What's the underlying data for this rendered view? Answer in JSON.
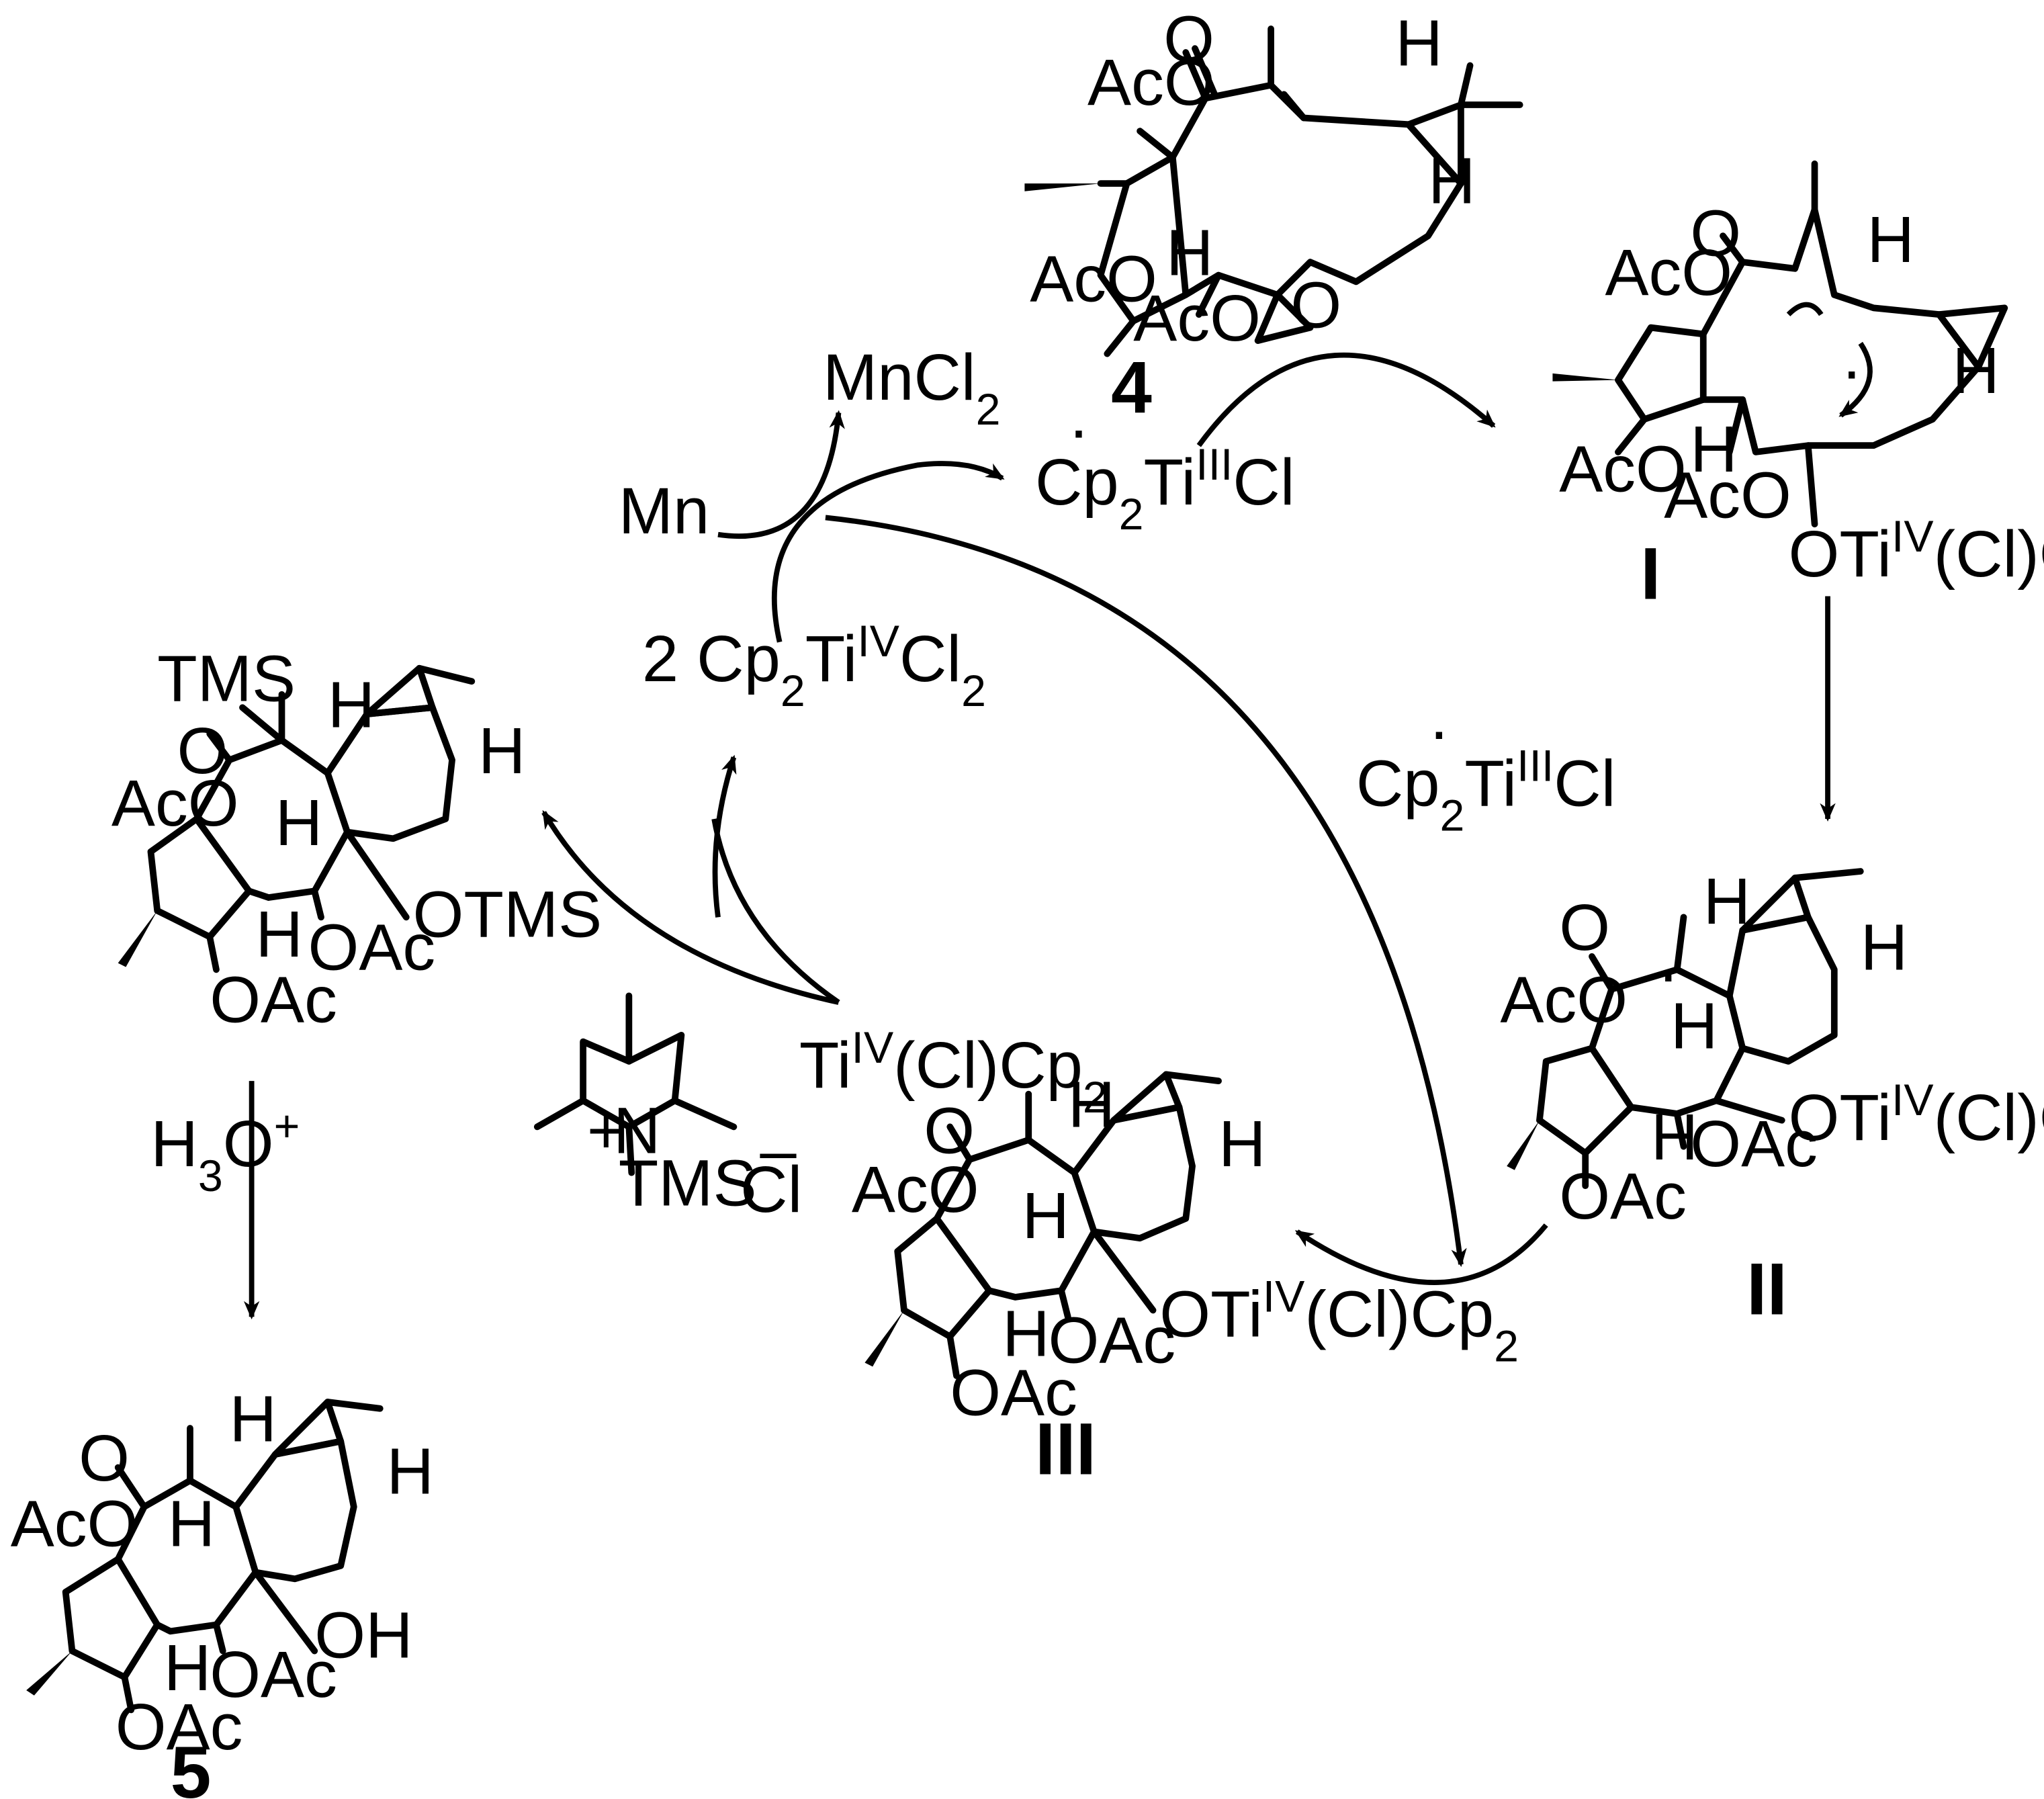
{
  "colors": {
    "ink": "#000000",
    "background": "#ffffff"
  },
  "compounds": {
    "c4": {
      "id": "4"
    },
    "cI": {
      "id": "I"
    },
    "cII": {
      "id": "II"
    },
    "cIII": {
      "id": "III"
    },
    "c5": {
      "id": "5"
    }
  },
  "atoms": {
    "aco": "AcO",
    "oac": "OAc",
    "o": "O",
    "h": "H",
    "tms": "TMS",
    "otms": "OTMS",
    "oh": "OH",
    "n": "N",
    "plus": "+",
    "cl": "Cl",
    "minus": "–",
    "cp2": "Cp",
    "sub2": "2",
    "ti": "Ti",
    "iii": "III",
    "iv": "IV",
    "cl_paren": "(Cl)Cp",
    "cl_end": "Cl",
    "radical_dot": "·",
    "oti_prefix": "OTi",
    "coefficient": "2 Cp",
    "cl2": "Cl"
  },
  "reagents": {
    "mncl": "MnCl",
    "mn": "Mn",
    "h3o": "H",
    "h3o_sub": "3",
    "h3o_tail": "O",
    "h3o_sup": "+"
  }
}
